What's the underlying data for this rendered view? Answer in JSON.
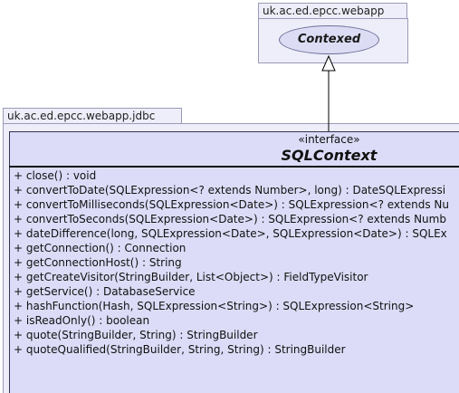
{
  "packages": {
    "top": {
      "name": "uk.ac.ed.epcc.webapp"
    },
    "bottom": {
      "name": "uk.ac.ed.epcc.webapp.jdbc"
    }
  },
  "parent": {
    "name": "Contexed"
  },
  "interface": {
    "stereotype": "«interface»",
    "name": "SQLContext",
    "methods": [
      "+ close() : void",
      "+ convertToDate(SQLExpression<? extends Number>, long) : DateSQLExpressi",
      "+ convertToMilliseconds(SQLExpression<Date>) : SQLExpression<? extends Nu",
      "+ convertToSeconds(SQLExpression<Date>) : SQLExpression<? extends Numb",
      "+ dateDifference(long, SQLExpression<Date>, SQLExpression<Date>) : SQLEx",
      "+ getConnection() : Connection",
      "+ getConnectionHost() : String",
      "+ getCreateVisitor(StringBuilder, List<Object>) : FieldTypeVisitor",
      "+ getService() : DatabaseService",
      "+ hashFunction(Hash, SQLExpression<String>) : SQLExpression<String>",
      "+ isReadOnly() : boolean",
      "+ quote(StringBuilder, String) : StringBuilder",
      "+ quoteQualified(StringBuilder, String, String) : StringBuilder"
    ]
  },
  "relationship": {
    "type": "realization"
  }
}
